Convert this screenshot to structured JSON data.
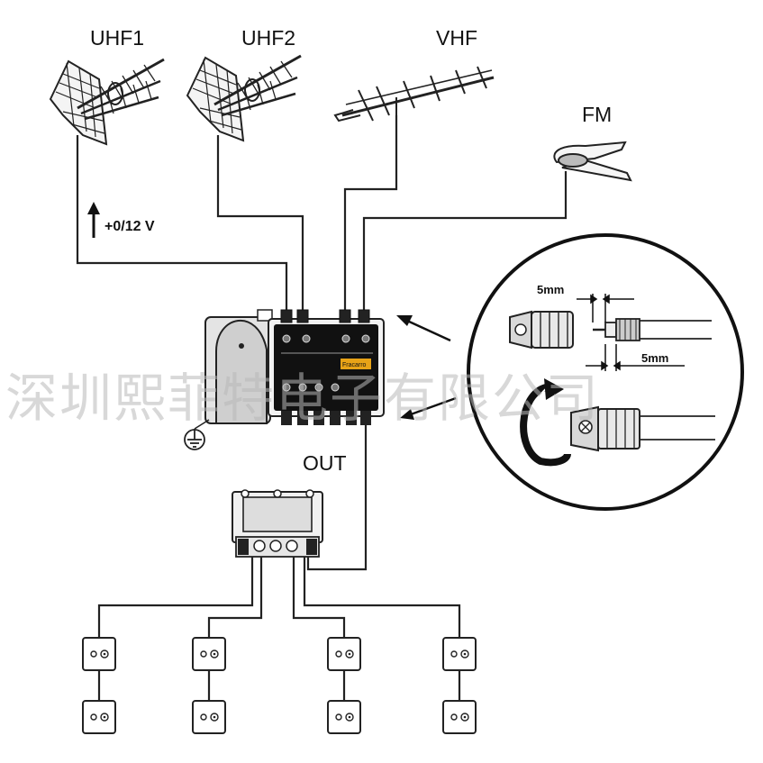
{
  "labels": {
    "uhf1": "UHF1",
    "uhf2": "UHF2",
    "vhf": "VHF",
    "fm": "FM",
    "voltage": "+0/12 V",
    "out": "OUT",
    "dim_top": "5mm",
    "dim_bottom": "5mm",
    "brand": "Fracarro"
  },
  "watermark": "深圳熙菲特电子有限公司",
  "colors": {
    "line": "#222222",
    "amplifier_panel": "#111111",
    "amplifier_body": "#dcdcdc",
    "brand_badge": "#e8a317",
    "watermark": "#b9b9b9"
  },
  "icons": [
    "uhf-antenna-icon",
    "vhf-antenna-icon",
    "fm-antenna-icon",
    "ground-icon",
    "up-arrow-icon",
    "wall-socket-icon"
  ],
  "outlet_count": 8
}
